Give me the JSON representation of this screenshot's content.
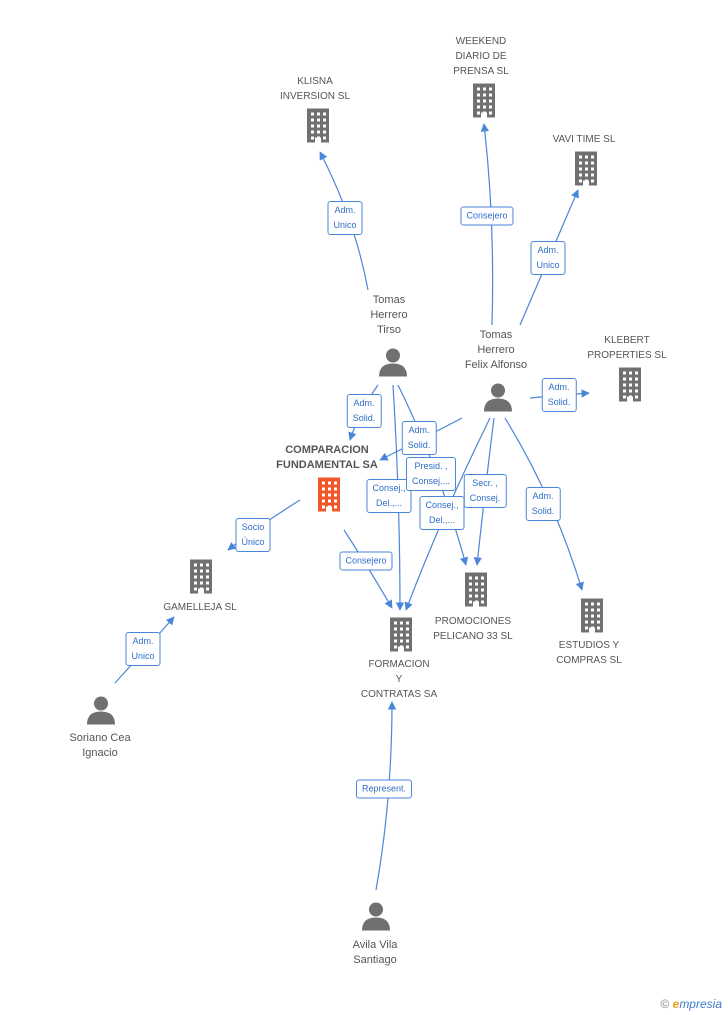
{
  "nodes": {
    "klisna": {
      "label": "KLISNA\nINVERSION SL",
      "type": "company"
    },
    "weekend": {
      "label": "WEEKEND\nDIARIO DE\nPRENSA SL",
      "type": "company"
    },
    "vavi": {
      "label": "VAVI TIME  SL",
      "type": "company"
    },
    "klebert": {
      "label": "KLEBERT\nPROPERTIES  SL",
      "type": "company"
    },
    "comparacion": {
      "label": "COMPARACION\nFUNDAMENTAL SA",
      "type": "focus"
    },
    "gamelleja": {
      "label": "GAMELLEJA  SL",
      "type": "company"
    },
    "promociones": {
      "label": "PROMOCIONES\nPELICANO 33 SL",
      "type": "company"
    },
    "estudios": {
      "label": "ESTUDIOS Y\nCOMPRAS SL",
      "type": "company"
    },
    "formacion": {
      "label": "FORMACION\nY\nCONTRATAS SA",
      "type": "company"
    },
    "tirso": {
      "label": "Tomas\nHerrero\nTirso",
      "type": "person"
    },
    "felix": {
      "label": "Tomas\nHerrero\nFelix Alfonso",
      "type": "person"
    },
    "soriano": {
      "label": "Soriano Cea\nIgnacio",
      "type": "person"
    },
    "avila": {
      "label": "Avila Vila\nSantiago",
      "type": "person"
    }
  },
  "edge_labels": {
    "tirso_klisna": "Adm.\nUnico",
    "felix_weekend": "Consejero",
    "felix_vavi": "Adm.\nUnico",
    "felix_klebert": "Adm.\nSolid.",
    "tirso_comparacion": "Adm.\nSolid.",
    "felix_comparacion": "Adm.\nSolid.",
    "tirso_promociones": "Presid. ,\nConsej....",
    "tirso_formacion": "Consej.,\nDel.,...",
    "felix_formacion": "Consej.,\nDel.,...",
    "felix_promociones": "Secr. ,\nConsej.",
    "felix_estudios": "Adm.\nSolid.",
    "comparacion_gamelleja": "Socio\nÚnico",
    "comparacion_formacion": "Consejero",
    "soriano_gamelleja": "Adm.\nUnico",
    "avila_formacion": "Represent."
  },
  "colors": {
    "edge": "#4a86d8",
    "icon": "#707070",
    "focus": "#f0562a"
  },
  "footer": {
    "copyright": "©",
    "brand_initial": "e",
    "brand_rest": "mpresia"
  }
}
